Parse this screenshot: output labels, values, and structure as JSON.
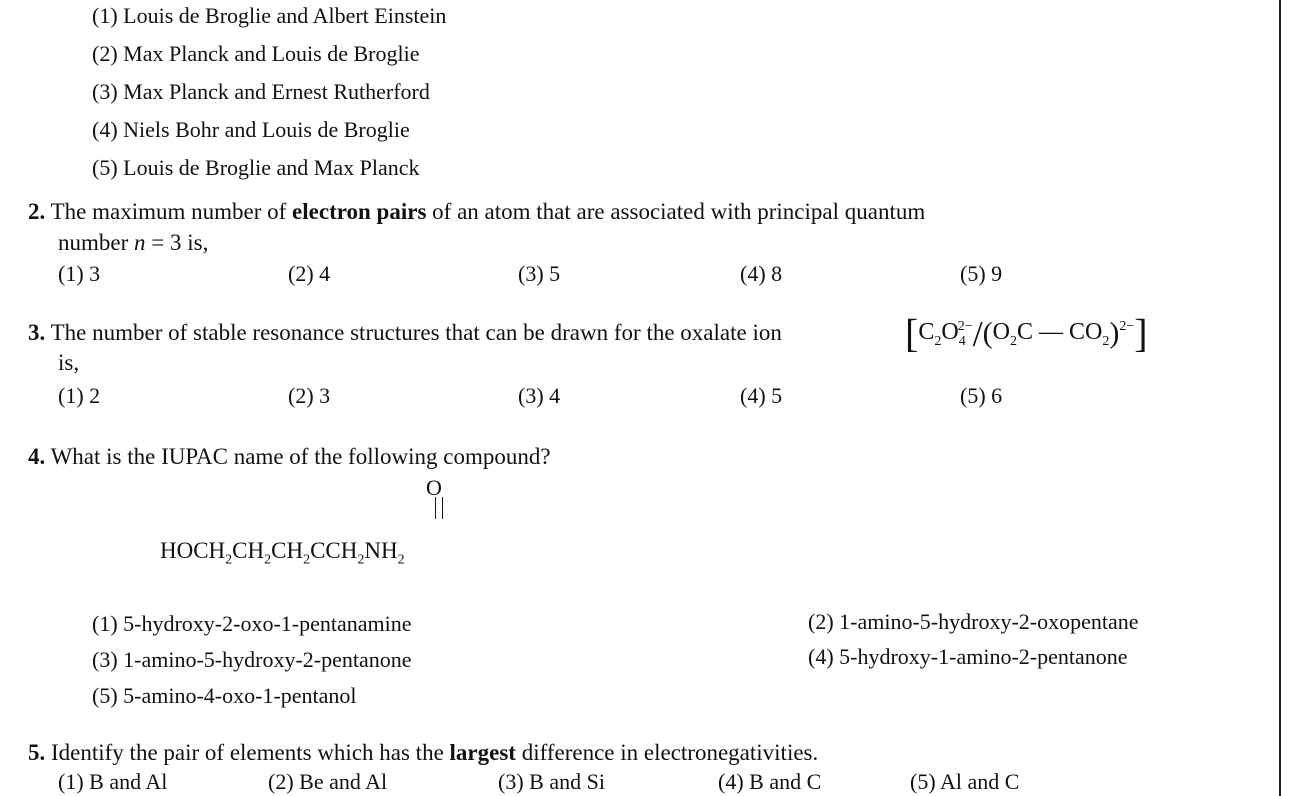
{
  "q1": {
    "options": [
      "(1)  Louis de Broglie and Albert Einstein",
      "(2)  Max Planck and Louis de Broglie",
      "(3)  Max Planck and Ernest Rutherford",
      "(4)  Niels Bohr and Louis de Broglie",
      "(5)  Louis de Broglie and Max Planck"
    ]
  },
  "q2": {
    "number": "2.",
    "text_a": "The maximum number of",
    "text_bold": "electron pairs",
    "text_b": "of an atom that are associated with principal quantum",
    "text_c1": "number",
    "text_var": "n",
    "text_c2": "= 3 is,",
    "options": [
      "(1)  3",
      "(2)  4",
      "(3)  5",
      "(4)  8",
      "(5)  9"
    ]
  },
  "q3": {
    "number": "3.",
    "text_a": "The number of stable resonance structures that can be drawn for the oxalate ion",
    "text_b": "is,",
    "options": [
      "(1)  2",
      "(2)  3",
      "(3)  4",
      "(4)  5",
      "(5)  6"
    ]
  },
  "q4": {
    "number": "4.",
    "text": "What is the IUPAC name of the following compound?",
    "carbonyl_o": "O",
    "options": [
      "(1)  5-hydroxy-2-oxo-1-pentanamine",
      "(2)  1-amino-5-hydroxy-2-oxopentane",
      "(3)  1-amino-5-hydroxy-2-pentanone",
      "(4)  5-hydroxy-1-amino-2-pentanone",
      "(5)  5-amino-4-oxo-1-pentanol"
    ]
  },
  "q5": {
    "number": "5.",
    "text_a": "Identify the pair of elements which has the",
    "text_bold": "largest",
    "text_b": "difference in electronegativities.",
    "options": [
      "(1)  B and Al",
      "(2)  Be and Al",
      "(3)  B and Si",
      "(4)  B and C",
      "(5)  Al and C"
    ]
  }
}
